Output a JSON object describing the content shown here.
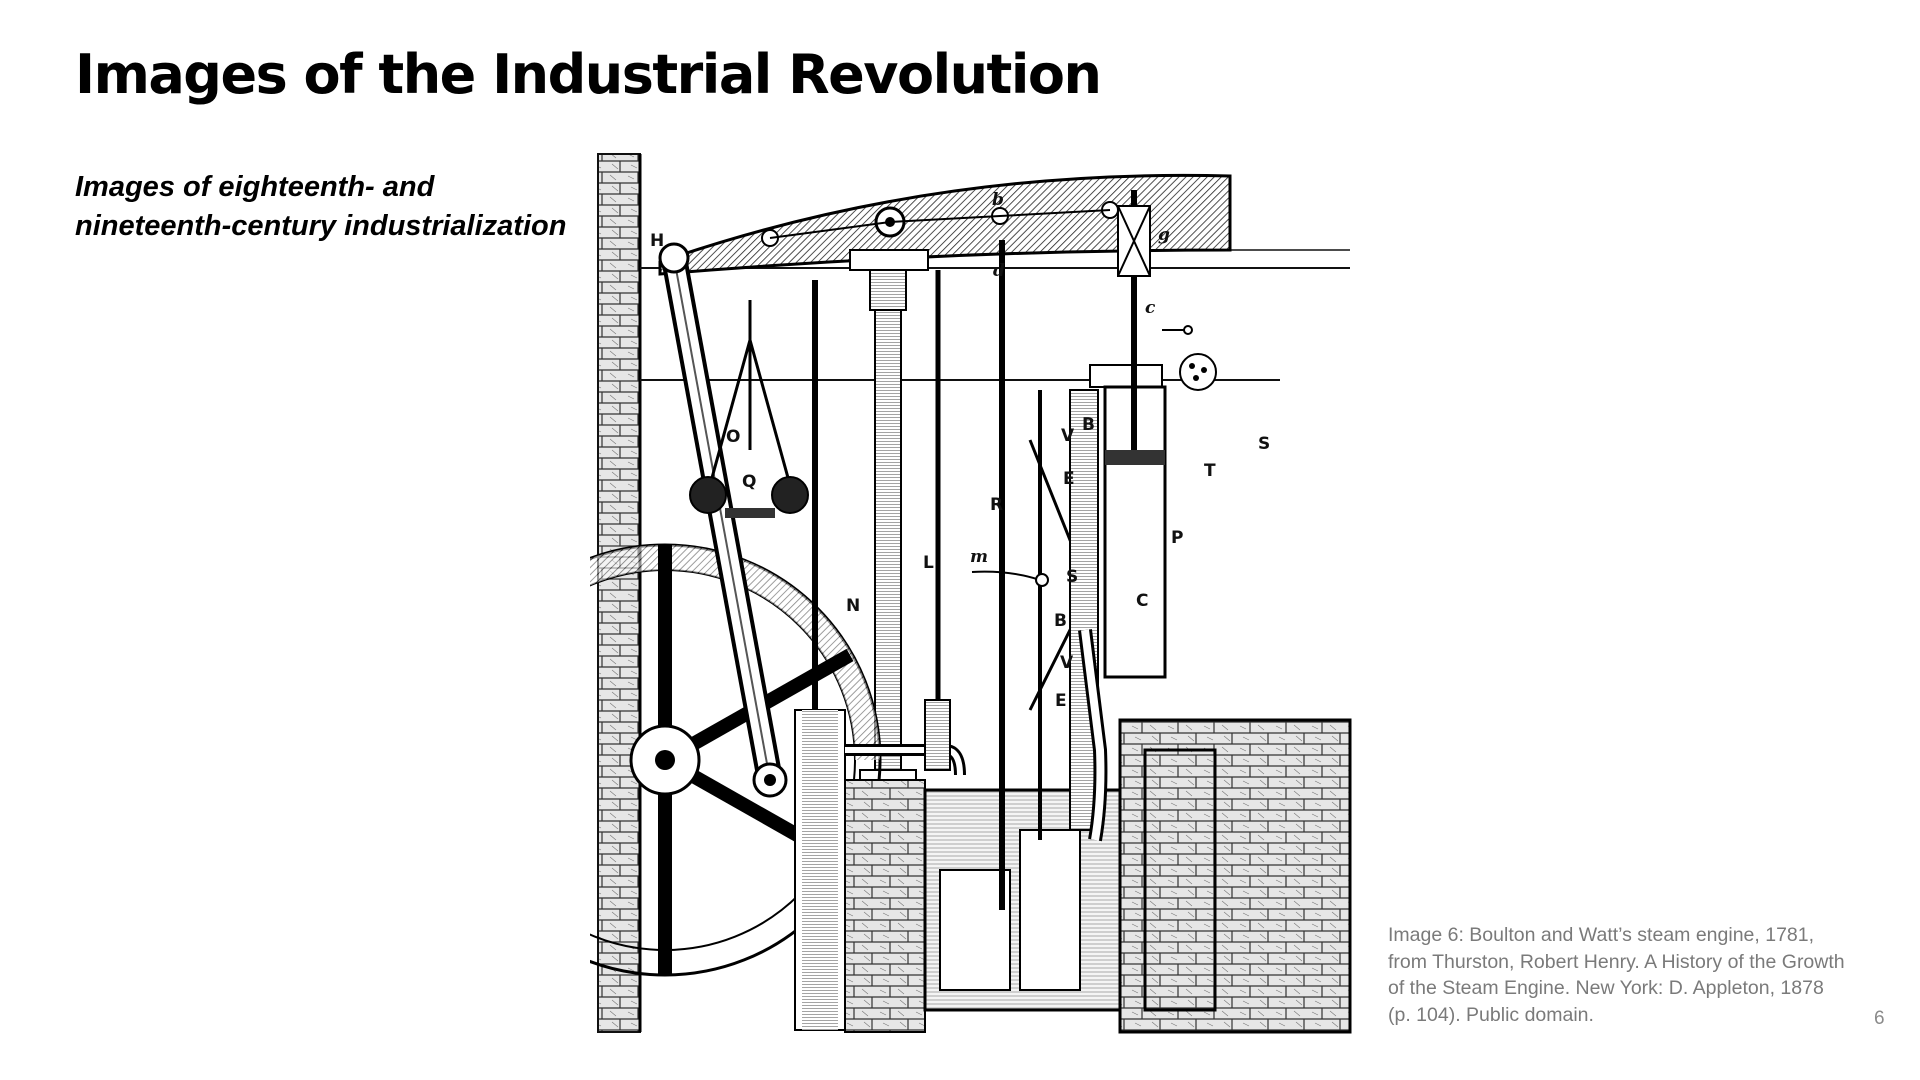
{
  "slide": {
    "title": "Images of the Industrial Revolution",
    "subtitle_lines": [
      "Images of eighteenth- and",
      "nineteenth-century industrialization"
    ],
    "caption": "Image 6: Boulton and Watt’s steam engine, 1781, from Thurston, Robert Henry. A History of the Growth of the Steam Engine. New York: D. Appleton, 1878 (p. 104). Public domain.",
    "page_number": "6"
  },
  "engine_labels": {
    "H": "H",
    "b": "b",
    "d": "d",
    "g": "g",
    "c": "c",
    "O": "O",
    "Q": "Q",
    "N": "N",
    "L": "L",
    "R": "R",
    "m": "m",
    "V_top": "V",
    "B_top": "B",
    "E_top": "E",
    "S_valve": "S",
    "B_lower": "B",
    "V_lower": "V",
    "E_lower": "E",
    "S_right": "S",
    "T": "T",
    "P": "P",
    "C": "C"
  }
}
